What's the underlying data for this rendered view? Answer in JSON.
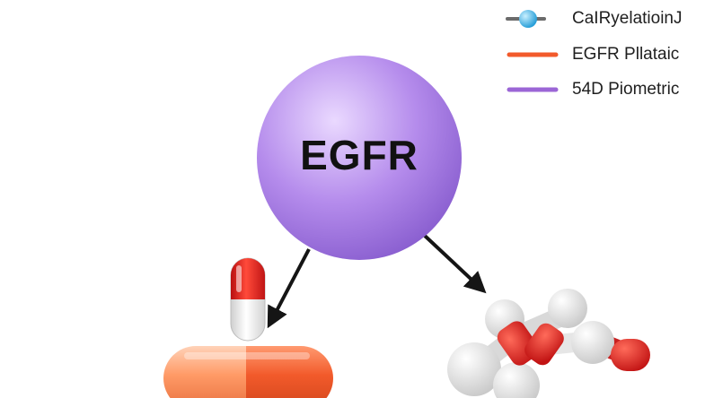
{
  "diagram": {
    "legend": [
      {
        "label": "CaIRyelatioinJ",
        "color": "#2aa7de",
        "icon": "line-with-dot-icon"
      },
      {
        "label": "EGFR Pllataic",
        "color": "#f25a2b",
        "icon": "line-icon"
      },
      {
        "label": "54D Piometric",
        "color": "#9b66d6",
        "icon": "line-icon"
      }
    ],
    "node": {
      "label": "EGFR",
      "color": "#a47ae0"
    },
    "arrow_color": "#151515",
    "capsule": {
      "top_color": "#e0201c",
      "bottom_color": "#f1f1f1",
      "icon": "capsule-icon"
    },
    "pill": {
      "left_color": "#ff9a66",
      "right_color": "#f25a2b",
      "icon": "pill-icon"
    },
    "molecule": {
      "atom_red": "#e32626",
      "atom_white": "#f2f2f2",
      "icon": "molecule-icon"
    }
  }
}
